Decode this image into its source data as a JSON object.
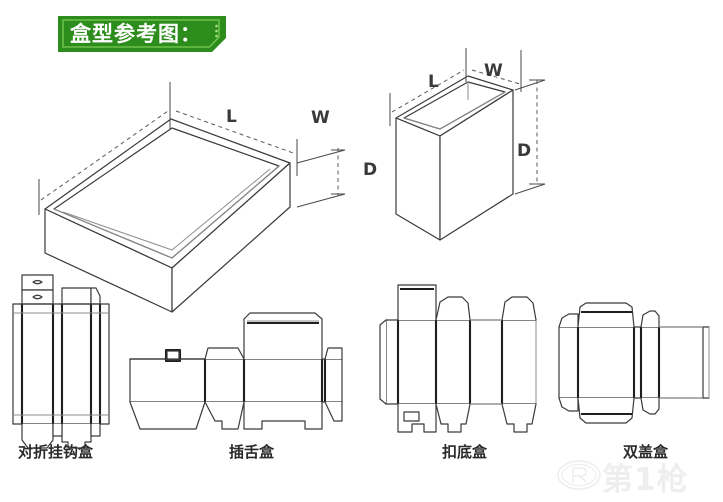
{
  "banner": {
    "title": "盒型参考图：",
    "bg_color": "#2d8d1c",
    "inner_border_color": "#6cc24a",
    "text_color": "#ffffff"
  },
  "page": {
    "background": "#ffffff",
    "line_color": "#333333"
  },
  "perspective_boxes": [
    {
      "name": "shallow-tray-box",
      "dimension_labels": {
        "length": "L",
        "width": "W",
        "depth": "D"
      }
    },
    {
      "name": "tall-open-box",
      "dimension_labels": {
        "length": "L",
        "width": "W",
        "depth": "D"
      }
    }
  ],
  "dielines": [
    {
      "id": "hook-fold-box",
      "label": "对折挂钩盒"
    },
    {
      "id": "tuck-end-box",
      "label": "插舌盒"
    },
    {
      "id": "crash-lock-box",
      "label": "扣底盒"
    },
    {
      "id": "double-lid-box",
      "label": "双盖盒"
    }
  ],
  "watermark": {
    "text": "第1枪",
    "logo": "circular-monogram-logo",
    "color": "#9a9a9a"
  }
}
